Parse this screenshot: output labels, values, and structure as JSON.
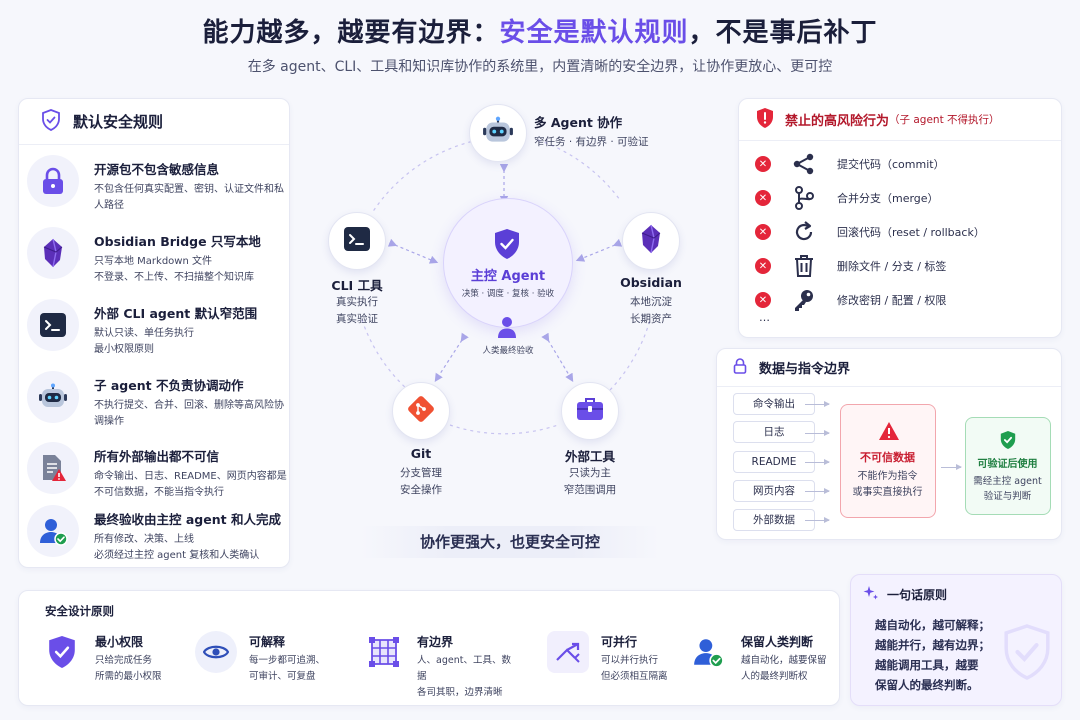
{
  "header": {
    "title_main": "能力越多，越要有边界：",
    "title_accent": "安全是默认规则",
    "title_tail": "，不是事后补丁",
    "subtitle": "在多 agent、CLI、工具和知识库协作的系统里，内置清晰的安全边界，让协作更放心、更可控"
  },
  "rules": {
    "title": "默认安全规则",
    "items": [
      {
        "title": "开源包不包含敏感信息",
        "desc": "不包含任何真实配置、密钥、认证文件和私人路径",
        "icon": "lock-icon"
      },
      {
        "title": "Obsidian Bridge 只写本地",
        "desc": "只写本地 Markdown 文件\n不登录、不上传、不扫描整个知识库",
        "icon": "obsidian-icon"
      },
      {
        "title": "外部 CLI agent 默认窄范围",
        "desc": "默认只读、单任务执行\n最小权限原则",
        "icon": "terminal-icon"
      },
      {
        "title": "子 agent 不负责协调动作",
        "desc": "不执行提交、合并、回滚、删除等高风险协调操作",
        "icon": "robot-icon"
      },
      {
        "title": "所有外部输出都不可信",
        "desc": "命令输出、日志、README、网页内容都是不可信数据，不能当指令执行",
        "icon": "warning-doc-icon"
      },
      {
        "title": "最终验收由主控 agent 和人完成",
        "desc": "所有修改、决策、上线\n必须经过主控 agent 复核和人类确认",
        "icon": "user-check-icon"
      }
    ]
  },
  "diagram": {
    "hub": {
      "title": "主控 Agent",
      "desc": "决策 · 调度 · 复核 · 验收",
      "human": "人类最终验收"
    },
    "multi_agent": {
      "title": "多 Agent 协作",
      "desc": "窄任务 · 有边界 · 可验证"
    },
    "cli": {
      "title": "CLI 工具",
      "desc1": "真实执行",
      "desc2": "真实验证"
    },
    "obsidian": {
      "title": "Obsidian",
      "desc1": "本地沉淀",
      "desc2": "长期资产"
    },
    "git": {
      "title": "Git",
      "desc1": "分支管理",
      "desc2": "安全操作"
    },
    "tools": {
      "title": "外部工具",
      "desc1": "只读为主",
      "desc2": "窄范围调用"
    },
    "slogan": "协作更强大，也更安全可控"
  },
  "forbidden": {
    "title": "禁止的高风险行为",
    "note": "（子 agent 不得执行）",
    "items": [
      {
        "label": "提交代码（commit）",
        "icon": "share-commit-icon"
      },
      {
        "label": "合并分支（merge）",
        "icon": "merge-icon"
      },
      {
        "label": "回滚代码（reset / rollback）",
        "icon": "rollback-icon"
      },
      {
        "label": "删除文件 / 分支 / 标签",
        "icon": "trash-icon"
      },
      {
        "label": "修改密钥 / 配置 / 权限",
        "icon": "key-icon"
      }
    ],
    "more": "…"
  },
  "data_boundary": {
    "title": "数据与指令边界",
    "sources": [
      "命令输出",
      "日志",
      "README",
      "网页内容",
      "外部数据"
    ],
    "untrusted": {
      "title": "不可信数据",
      "desc": "不能作为指令\n或事实直接执行"
    },
    "verified": {
      "title": "可验证后使用",
      "desc": "需经主控 agent\n验证与判断"
    }
  },
  "principles": {
    "title": "安全设计原则",
    "items": [
      {
        "title": "最小权限",
        "desc": "只给完成任务\n所需的最小权限",
        "icon": "shield-check-icon"
      },
      {
        "title": "可解释",
        "desc": "每一步都可追溯、\n可审计、可复盘",
        "icon": "eye-icon"
      },
      {
        "title": "有边界",
        "desc": "人、agent、工具、数据\n各司其职，边界清晰",
        "icon": "grid-boundary-icon"
      },
      {
        "title": "可并行",
        "desc": "可以并行执行\n但必须相互隔离",
        "icon": "parallel-icon"
      },
      {
        "title": "保留人类判断",
        "desc": "越自动化，越要保留\n人的最终判断权",
        "icon": "user-check-icon"
      }
    ]
  },
  "motto": {
    "title": "一句话原则",
    "lines": [
      "越自动化，越可解释；",
      "越能并行，越有边界；",
      "越能调用工具，越要",
      "保留人的最终判断。"
    ]
  },
  "colors": {
    "accent": "#6a4ee8",
    "danger": "#e4263a",
    "success": "#1f9e4f",
    "text": "#1b1f3b"
  }
}
